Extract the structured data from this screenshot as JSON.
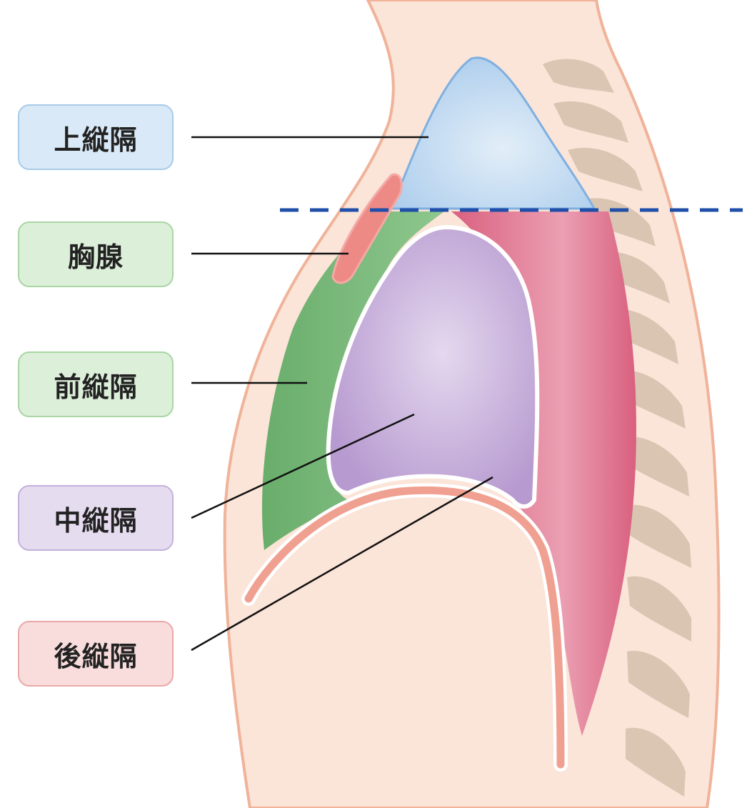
{
  "colors": {
    "skin_fill": "#fbe4d8",
    "skin_edge": "#f0b39a",
    "superior_fill": "#c4dcf0",
    "superior_edge": "#7fb0e0",
    "anterior_fill": "#7fbf7f",
    "middle_fill": "#c9b3dc",
    "posterior_fill": "#e07b98",
    "thymus_fill": "#ee8a86",
    "diaphragm": "#f0a090",
    "spine": "#d8c4b0",
    "dashed_line": "#1f4fa8",
    "leader_line": "#111111"
  },
  "labels": [
    {
      "text": "上縦隔",
      "fill": "#d9e9f7",
      "border": "#a9cbe8",
      "region": "superior"
    },
    {
      "text": "胸腺",
      "fill": "#dcefd9",
      "border": "#a9d6a4",
      "region": "thymus"
    },
    {
      "text": "前縦隔",
      "fill": "#dcefd9",
      "border": "#a9d6a4",
      "region": "anterior"
    },
    {
      "text": "中縦隔",
      "fill": "#e6dcf0",
      "border": "#c4b1dc",
      "region": "middle"
    },
    {
      "text": "後縦隔",
      "fill": "#f9dcdc",
      "border": "#eaa9a9",
      "region": "posterior"
    }
  ]
}
